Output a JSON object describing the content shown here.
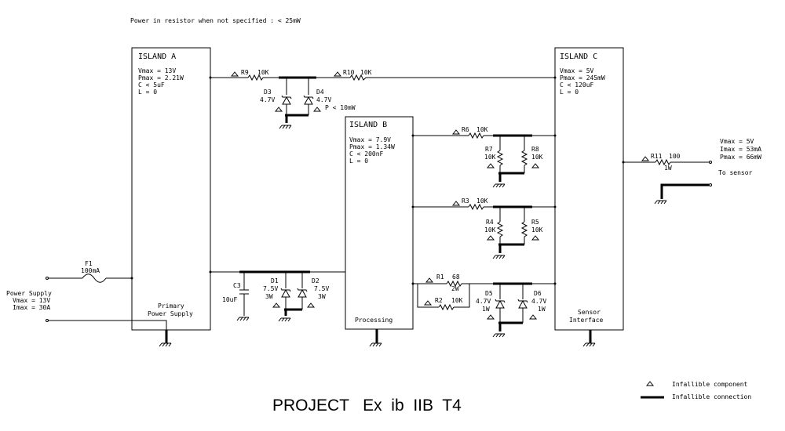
{
  "note": "Power in resistor when not specified : < 25mW",
  "title": "PROJECT   Ex  ib  IIB  T4",
  "island_a": {
    "name": "ISLAND A",
    "specs": [
      "Vmax = 13V",
      "Pmax = 2.21W",
      "C < 5uF",
      "L = 0"
    ],
    "footer": [
      "Primary",
      "Power Supply"
    ]
  },
  "island_b": {
    "name": "ISLAND B",
    "specs": [
      "Vmax = 7.9V",
      "Pmax = 1.34W",
      "C < 200nF",
      "L = 0"
    ],
    "footer": [
      "Processing"
    ]
  },
  "island_c": {
    "name": "ISLAND C",
    "specs": [
      "Vmax = 5V",
      "Pmax = 245mW",
      "C < 120uF",
      "L = 0"
    ],
    "footer": [
      "Sensor",
      "Interface"
    ]
  },
  "power_supply": {
    "lines": [
      "Power Supply",
      "Vmax = 13V",
      "Imax = 30A"
    ]
  },
  "output": {
    "lines": [
      "Vmax = 5V",
      "Imax = 53mA",
      "Pmax = 66mW"
    ],
    "to_sensor": "To sensor"
  },
  "components": {
    "F1": {
      "ref": "F1",
      "value": "100mA"
    },
    "R9": {
      "ref": "R9",
      "value": "10K"
    },
    "R10": {
      "ref": "R10",
      "value": "10K"
    },
    "D3": {
      "ref": "D3",
      "value": "4.7V"
    },
    "D4": {
      "ref": "D4",
      "value": "4.7V",
      "note": "P < 10mW"
    },
    "R6": {
      "ref": "R6",
      "value": "10K"
    },
    "R7": {
      "ref": "R7",
      "value": "10K"
    },
    "R8": {
      "ref": "R8",
      "value": "10K"
    },
    "R3": {
      "ref": "R3",
      "value": "10K"
    },
    "R4": {
      "ref": "R4",
      "value": "10K"
    },
    "R5": {
      "ref": "R5",
      "value": "10K"
    },
    "R1": {
      "ref": "R1",
      "value": "68",
      "power": "2W"
    },
    "R2": {
      "ref": "R2",
      "value": "10K"
    },
    "D5": {
      "ref": "D5",
      "value": "4.7V",
      "power": "1W"
    },
    "D6": {
      "ref": "D6",
      "value": "4.7V",
      "power": "1W"
    },
    "C3": {
      "ref": "C3",
      "value": "10uF"
    },
    "D1": {
      "ref": "D1",
      "value": "7.5V",
      "power": "3W"
    },
    "D2": {
      "ref": "D2",
      "value": "7.5V",
      "power": "3W"
    },
    "R11": {
      "ref": "R11",
      "value": "100",
      "power": "1W"
    }
  },
  "legend": {
    "component": "Infallible component",
    "connection": "Infallible connection"
  }
}
